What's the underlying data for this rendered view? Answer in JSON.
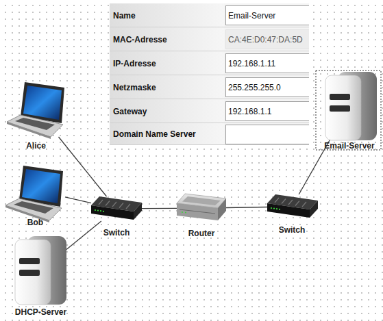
{
  "diagram": {
    "nodes": [
      {
        "text": [
          "Alice"
        ]
      },
      {
        "text": [
          "Bob"
        ]
      },
      {
        "text": [
          "DHCP-Server"
        ]
      },
      {
        "text": [
          "Switch"
        ]
      },
      {
        "text": [
          "Router"
        ]
      },
      {
        "text": [
          "Switch"
        ]
      },
      {
        "text": [
          "Email-Server"
        ]
      }
    ],
    "edges": [
      {
        "from": 0,
        "to": 3,
        "arrow": "none"
      },
      {
        "from": 1,
        "to": 3,
        "arrow": "none"
      },
      {
        "from": 2,
        "to": 3,
        "arrow": "none"
      },
      {
        "from": 3,
        "to": 4,
        "arrow": "none"
      },
      {
        "from": 4,
        "to": 5,
        "arrow": "none"
      },
      {
        "from": 5,
        "to": 6,
        "arrow": "none"
      }
    ],
    "labels": [
      "Name",
      "Email-Server",
      "MAC-Adresse",
      "CA:4E:D0:47:DA:5D",
      "IP-Adresse",
      "192.168.1.11",
      "Netzmaske",
      "255.255.255.0",
      "Gateway",
      "192.168.1.1",
      "Domain Name Server"
    ]
  }
}
